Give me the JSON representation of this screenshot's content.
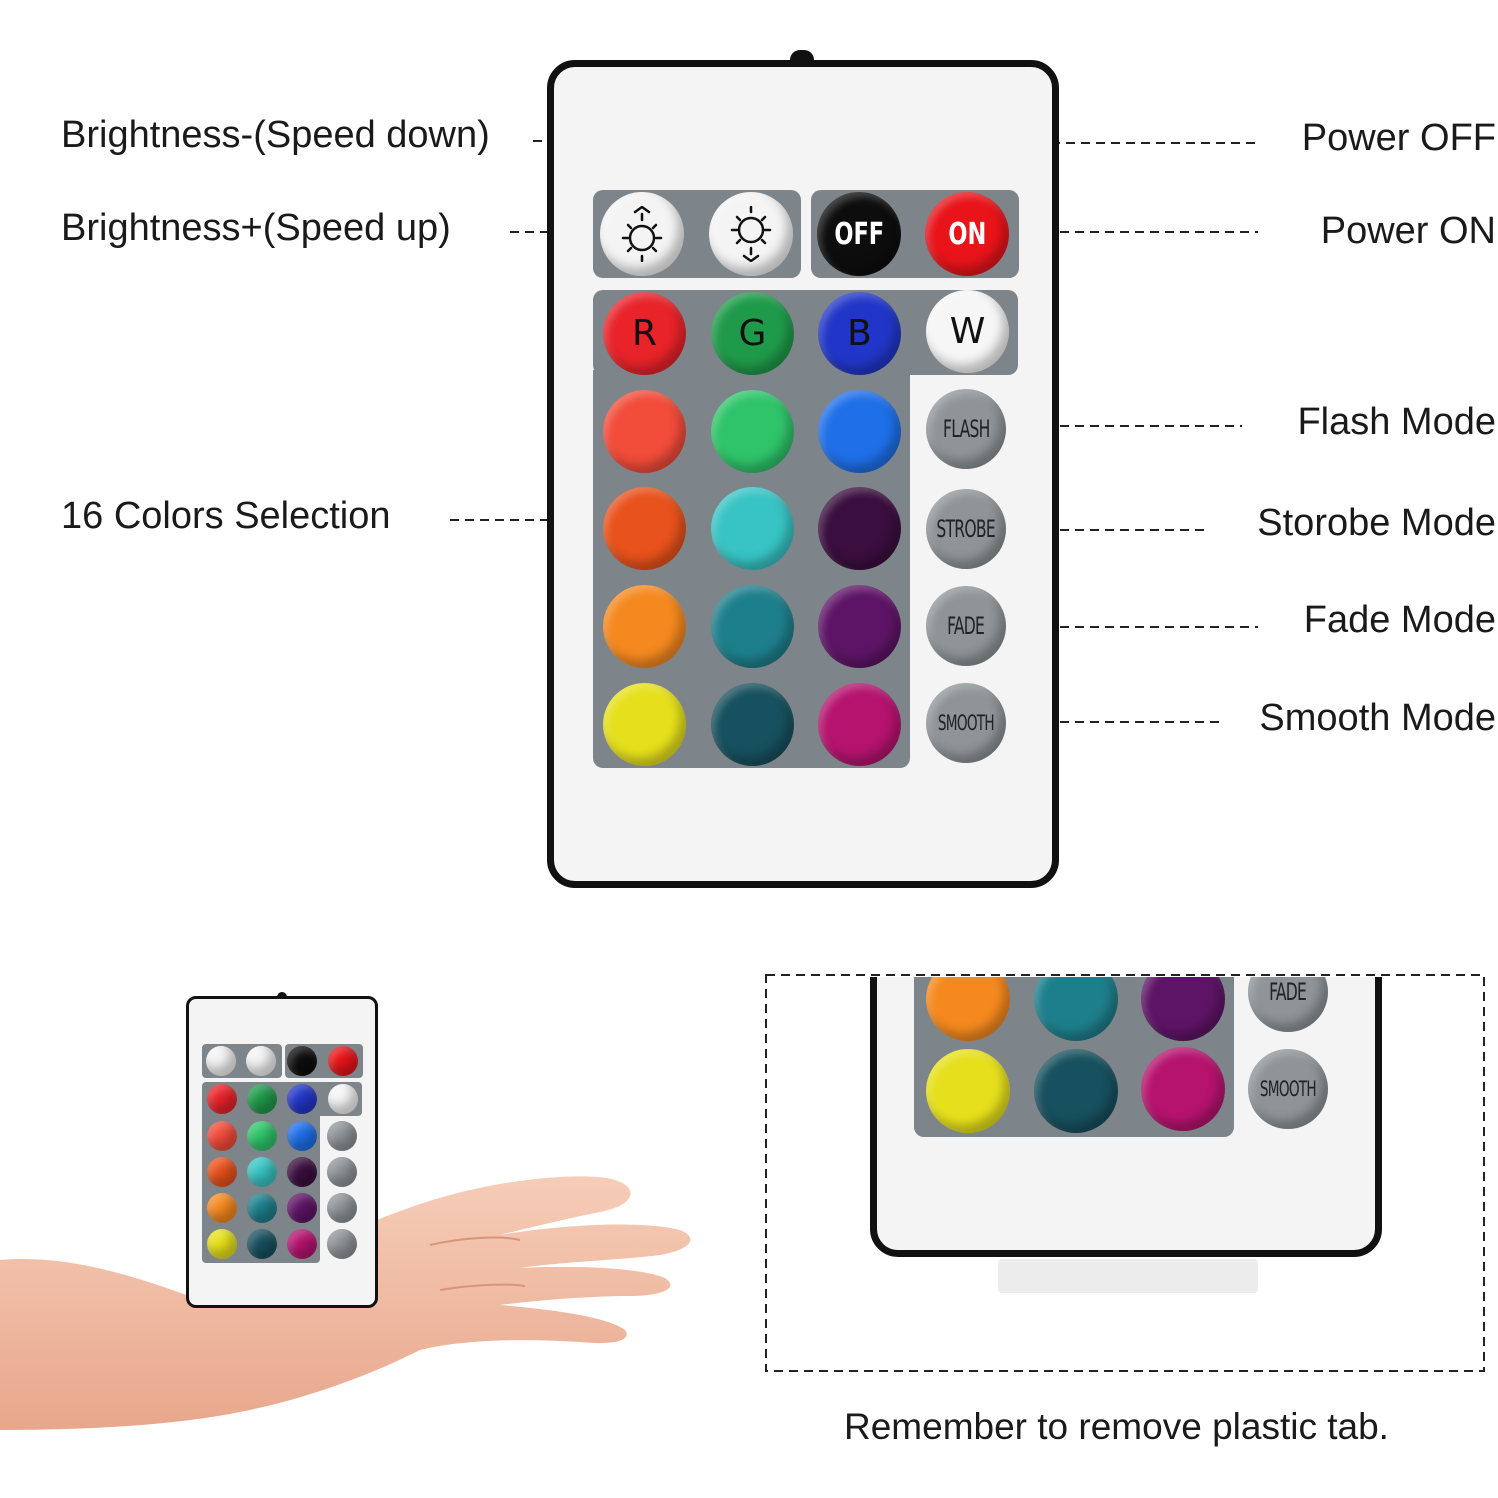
{
  "labels": {
    "brightness_down": "Brightness-(Speed down)",
    "brightness_up": "Brightness+(Speed up)",
    "colors_selection": "16 Colors Selection",
    "power_off": "Power OFF",
    "power_on": "Power ON",
    "flash_mode": "Flash Mode",
    "strobe_mode": "Storobe Mode",
    "fade_mode": "Fade Mode",
    "smooth_mode": "Smooth Mode"
  },
  "buttons": {
    "off": "OFF",
    "on": "ON",
    "r": "R",
    "g": "G",
    "b": "B",
    "w": "W",
    "flash": "FLASH",
    "strobe": "STROBE",
    "fade": "FADE",
    "smooth": "SMOOTH"
  },
  "colors": {
    "row1": [
      "#e8232a",
      "#1f9a4a",
      "#2136c8"
    ],
    "row2": [
      "#f24c3a",
      "#2fc46a",
      "#1f6fe8"
    ],
    "row3": [
      "#e8521c",
      "#38c4c4",
      "#3a0e3e"
    ],
    "row4": [
      "#f5891f",
      "#1e7f8c",
      "#5e1466"
    ],
    "row5": [
      "#e6e01c",
      "#17505e",
      "#b5136e"
    ],
    "white": "#f6f6f6",
    "off_button": "#0d0d0d",
    "on_button": "#e8141a",
    "mode_button": "#8e9498",
    "pad": "#7e858a"
  },
  "caption": "Remember to remove plastic tab."
}
